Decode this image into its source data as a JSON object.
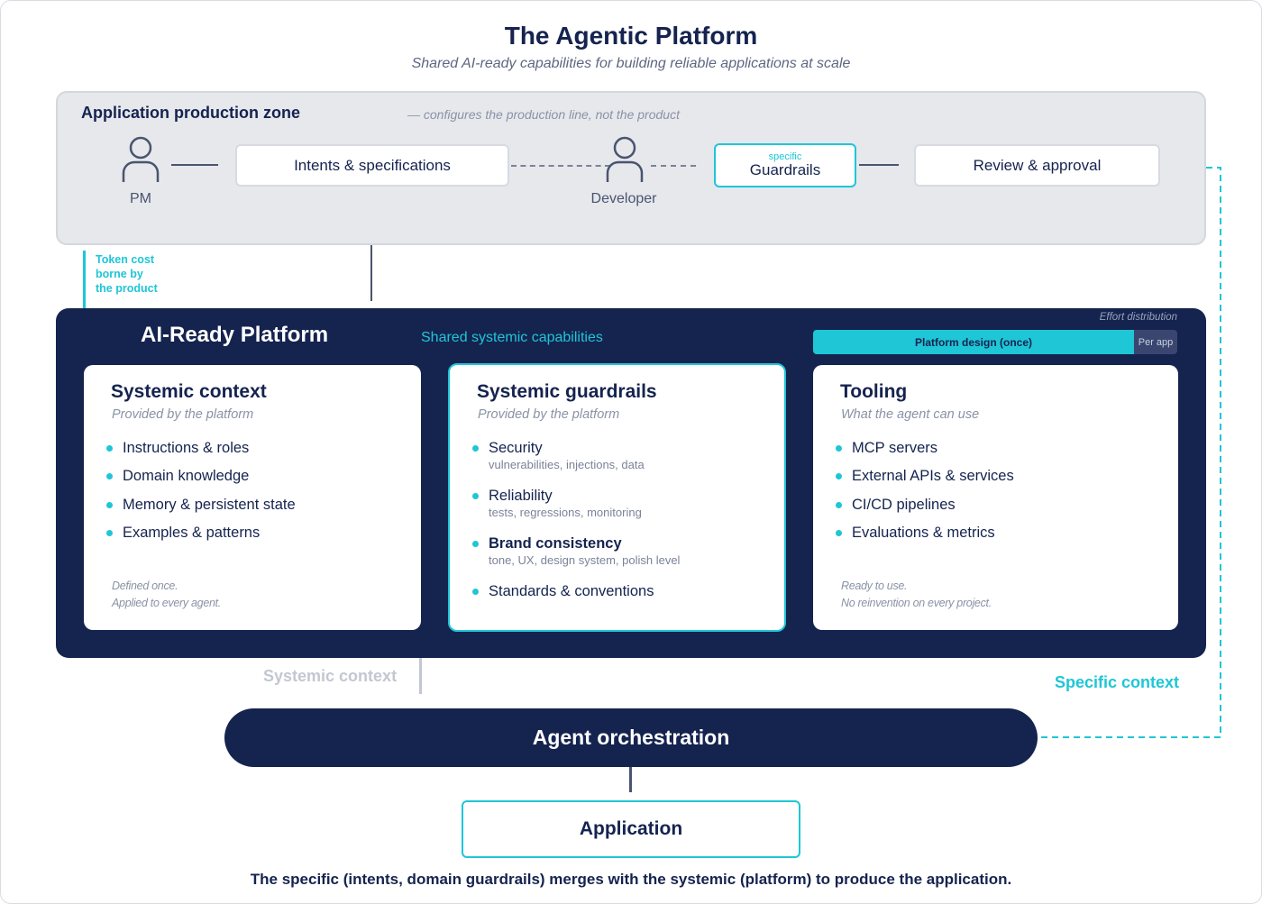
{
  "header": {
    "title": "The Agentic Platform",
    "subtitle": "Shared AI-ready capabilities for building reliable applications at scale"
  },
  "production_zone": {
    "title": "Application production zone",
    "note": "— configures the production line, not the product",
    "actors": {
      "pm": "PM",
      "developer": "Developer"
    },
    "steps": {
      "intents": "Intents & specifications",
      "guardrails_tag": "specific",
      "guardrails": "Guardrails",
      "review": "Review & approval"
    },
    "token_note": [
      "Token cost",
      "borne by",
      "the product"
    ]
  },
  "platform": {
    "title": "AI-Ready Platform",
    "subtitle": "Shared systemic capabilities",
    "effort": {
      "label": "Effort distribution",
      "design": "Platform design (once)",
      "per_app": "Per app",
      "design_share": 0.88
    },
    "cards": [
      {
        "title": "Systemic context",
        "subtitle": "Provided by the platform",
        "items": [
          "Instructions & roles",
          "Domain knowledge",
          "Memory & persistent state",
          "Examples & patterns"
        ],
        "footer": [
          "Defined once.",
          "Applied to every agent."
        ]
      },
      {
        "title": "Systemic guardrails",
        "subtitle": "Provided by the platform",
        "items": [
          {
            "label": "Security",
            "desc": "vulnerabilities, injections, data"
          },
          {
            "label": "Reliability",
            "desc": "tests, regressions, monitoring"
          },
          {
            "label": "Brand consistency",
            "desc": "tone, UX, design system, polish level"
          },
          {
            "label": "Standards & conventions",
            "desc": ""
          }
        ]
      },
      {
        "title": "Tooling",
        "subtitle": "What the agent can use",
        "items": [
          "MCP servers",
          "External APIs & services",
          "CI/CD pipelines",
          "Evaluations & metrics"
        ],
        "footer": [
          "Ready to use.",
          "No reinvention on every project."
        ]
      }
    ]
  },
  "flow": {
    "systemic_context": "Systemic context",
    "specific_context": "Specific context",
    "orchestration": "Agent orchestration",
    "application": "Application"
  },
  "footer": "The specific (intents, domain guardrails) merges with the systemic (platform) to produce the application.",
  "colors": {
    "navy": "#15234f",
    "accent": "#1ec6d6",
    "zone_bg": "#e6e8ec"
  }
}
